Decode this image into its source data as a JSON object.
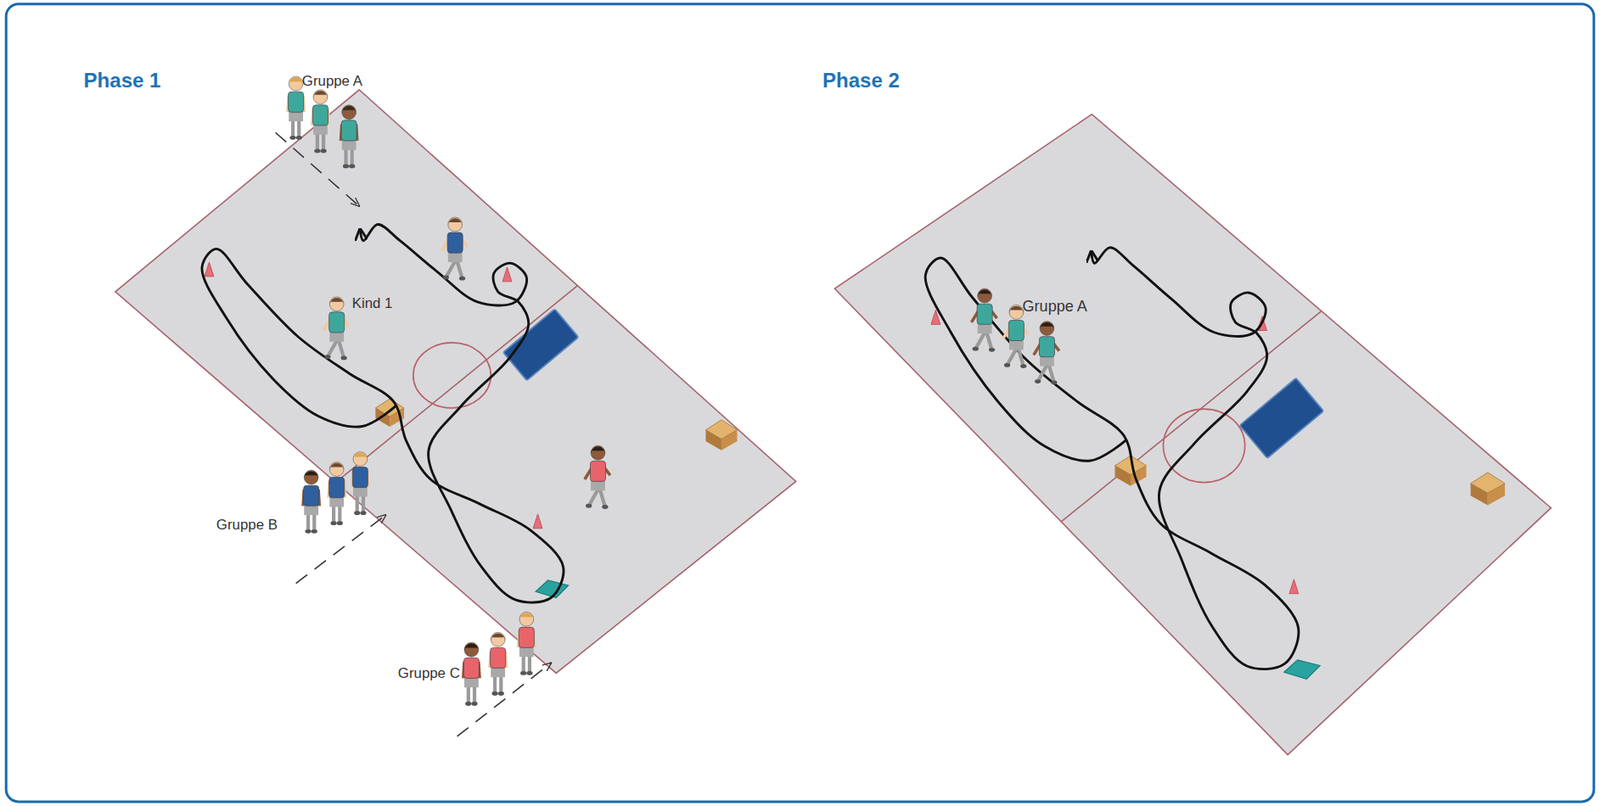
{
  "diagram": {
    "labels": [
      "Phase 1",
      "Gruppe A",
      "Kind 1",
      "Gruppe B",
      "Gruppe C",
      "Phase 2",
      "Gruppe A"
    ]
  }
}
